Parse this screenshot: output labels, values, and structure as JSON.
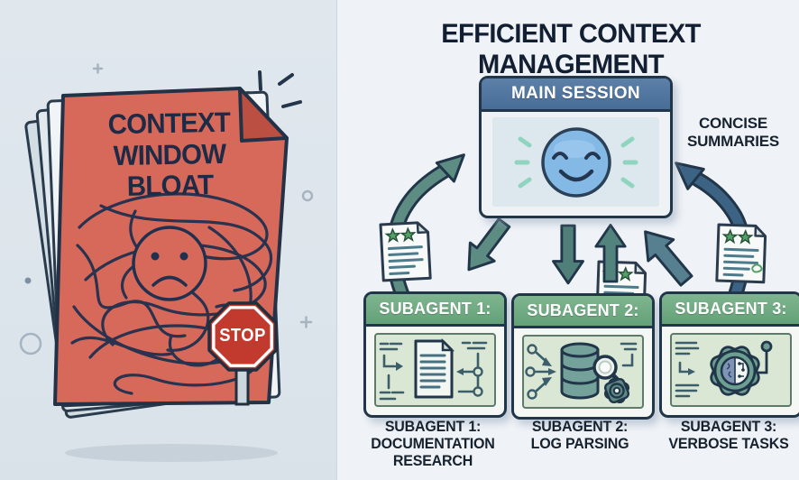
{
  "left": {
    "doc_title": "CONTEXT\nWINDOW BLOAT",
    "stop_label": "STOP",
    "icons": [
      "stacked-pages-icon",
      "tangled-scribble-icon",
      "sad-face-icon",
      "stop-sign-icon"
    ]
  },
  "right": {
    "title": "EFFICIENT CONTEXT MANAGEMENT",
    "main_session": {
      "label": "MAIN SESSION",
      "icon": "happy-face-icon"
    },
    "concise_note": "CONCISE\nSUMMARIES",
    "subagents": [
      {
        "header": "SUBAGENT 1:",
        "caption": "SUBAGENT 1:\nDOCUMENTATION\nRESEARCH",
        "icon": "document-flowchart-icon"
      },
      {
        "header": "SUBAGENT 2:",
        "caption": "SUBAGENT 2:\nLOG PARSING",
        "icon": "database-search-gear-icon"
      },
      {
        "header": "SUBAGENT 3:",
        "caption": "SUBAGENT 3:\nVERBOSE TASKS",
        "icon": "brain-gear-icon"
      }
    ],
    "summary_docs": {
      "icon": "starred-summary-document-icon",
      "count": 3
    }
  },
  "colors": {
    "page_red": "#d7695a",
    "stop_red": "#c23a2e",
    "main_header_blue": "#4c719b",
    "subagent_green": "#6aa87d",
    "arrow_teal": "#5d8c82",
    "arrow_steel_blue": "#3d6384",
    "smiley_blue": "#84b9e6",
    "ray_teal": "#8fd4bf",
    "panel_green": "#d9e7d4",
    "outline_navy": "#223649"
  }
}
